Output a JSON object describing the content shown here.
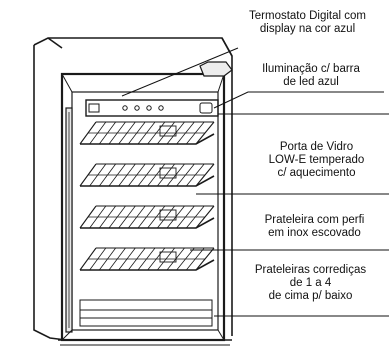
{
  "callouts": [
    {
      "id": "thermostat",
      "text": "Termostato Digital com\ndisplay na cor azul"
    },
    {
      "id": "lighting",
      "text": "Iluminação c/ barra\nde led azul"
    },
    {
      "id": "glass-door",
      "text": "Porta de Vidro\nLOW-E temperado\nc/ aquecimento"
    },
    {
      "id": "shelf-trim",
      "text": "Prateleira com perfi\nem inox escovado"
    },
    {
      "id": "sliding-shelves",
      "text": "Prateleiras corrediças\nde 1 a 4\nde cima p/ baixo"
    }
  ],
  "shelf_count": 4
}
